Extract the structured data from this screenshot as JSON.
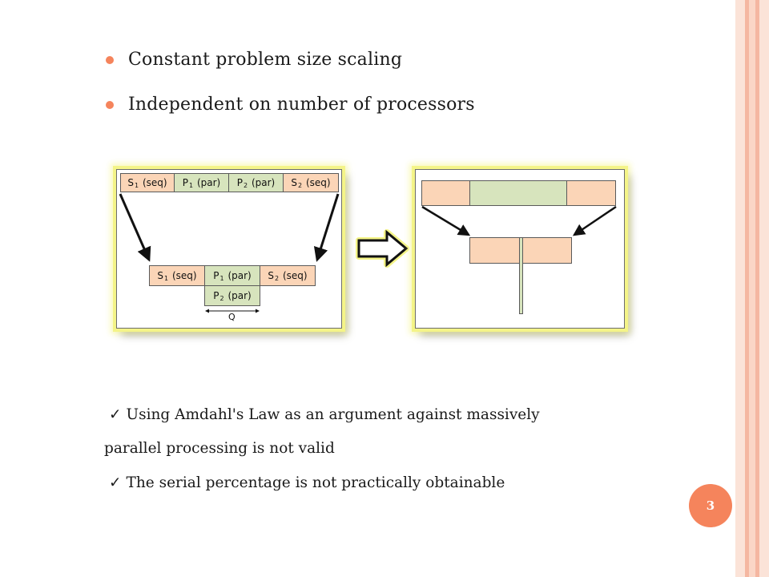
{
  "bullets": [
    {
      "text": "Constant problem size scaling"
    },
    {
      "text": "Independent on number of processors"
    }
  ],
  "figure_left": {
    "top_row": [
      {
        "name": "S",
        "sub": "1",
        "suffix": "(seq)"
      },
      {
        "name": "P",
        "sub": "1",
        "suffix": "(par)"
      },
      {
        "name": "P",
        "sub": "2",
        "suffix": "(par)"
      },
      {
        "name": "S",
        "sub": "2",
        "suffix": "(seq)"
      }
    ],
    "bottom_row": [
      {
        "name": "S",
        "sub": "1",
        "suffix": "(seq)"
      },
      {
        "name": "P",
        "sub": "1",
        "suffix": "(par)"
      },
      {
        "name": "S",
        "sub": "2",
        "suffix": "(seq)"
      }
    ],
    "stacked_cell": {
      "name": "P",
      "sub": "2",
      "suffix": "(par)"
    },
    "q_label": "Q"
  },
  "statements": [
    {
      "check": "✓",
      "line1": "Using Amdahl's Law as an argument against massively",
      "line2": "parallel processing is not valid"
    },
    {
      "check": "✓",
      "line1": "The serial percentage is not practically obtainable"
    }
  ],
  "slide_number": "3",
  "colors": {
    "accent": "#f5845c",
    "seq_fill": "#fbd5b7",
    "par_fill": "#d7e4bd",
    "panel_glow": "#f4f488",
    "border_stripe": "#f7c4b2"
  }
}
